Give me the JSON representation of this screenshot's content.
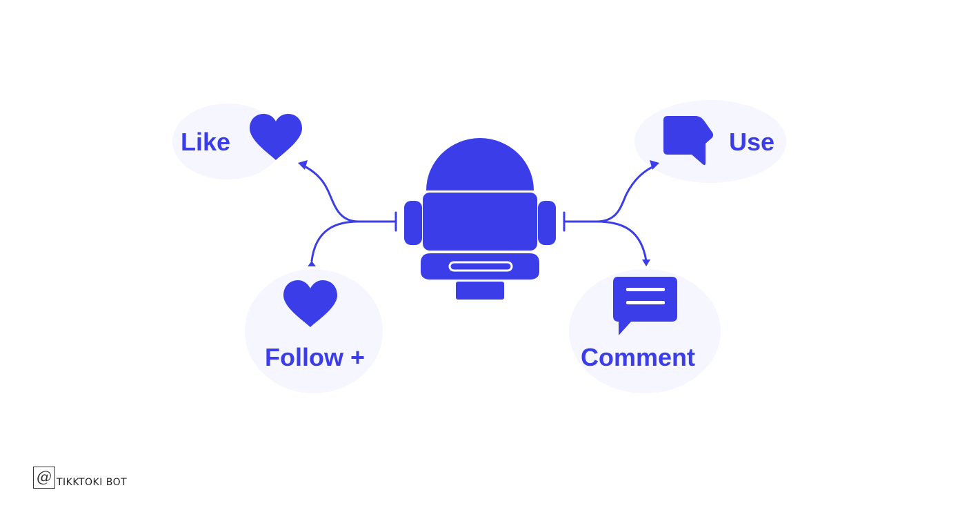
{
  "labels": {
    "like": "Like",
    "use": "Use",
    "follow": "Follow +",
    "comment": "Comment"
  },
  "watermark": {
    "text": "TIKKTOKI BOT"
  },
  "colors": {
    "accent": "#3b3de8",
    "background": "#ffffff"
  },
  "icons": {
    "top_left": "heart-icon",
    "bottom_left": "heart-icon",
    "top_right": "chat-bubble-icon",
    "bottom_right": "comment-bubble-icon",
    "center": "robot-icon"
  }
}
